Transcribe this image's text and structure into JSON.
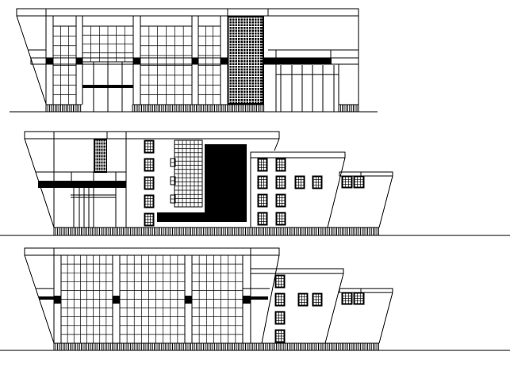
{
  "drawing": {
    "views": [
      {
        "id": "front-elevation"
      },
      {
        "id": "side-elevation"
      },
      {
        "id": "rear-elevation"
      }
    ],
    "colors": {
      "line": "#000000",
      "background": "#ffffff"
    }
  }
}
